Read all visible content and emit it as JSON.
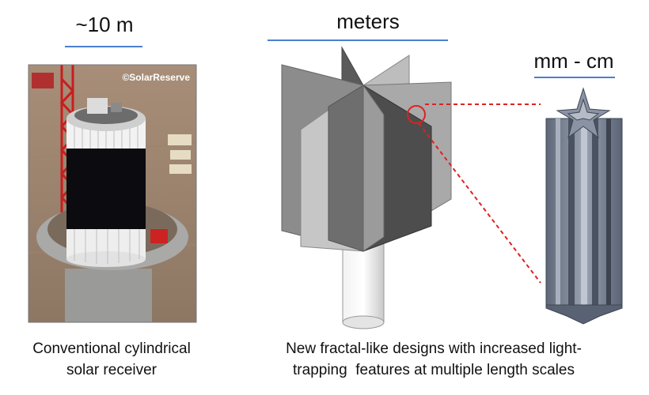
{
  "panels": {
    "left": {
      "scale_label": "~10 m",
      "photo_credit": "©SolarReserve",
      "caption_line1": "Conventional cylindrical",
      "caption_line2": "solar receiver"
    },
    "middle": {
      "scale_label": "meters",
      "caption_line1": "New fractal-like designs with increased light-",
      "caption_line2": "trapping  features at multiple length scales"
    },
    "right": {
      "scale_label": "mm - cm"
    }
  },
  "colors": {
    "underline": "#4a7fd0",
    "zoom_marker": "#e02020",
    "fin_light": "#b8b8b8",
    "fin_dark": "#555555",
    "micro_fin": "#6f7a8c"
  }
}
